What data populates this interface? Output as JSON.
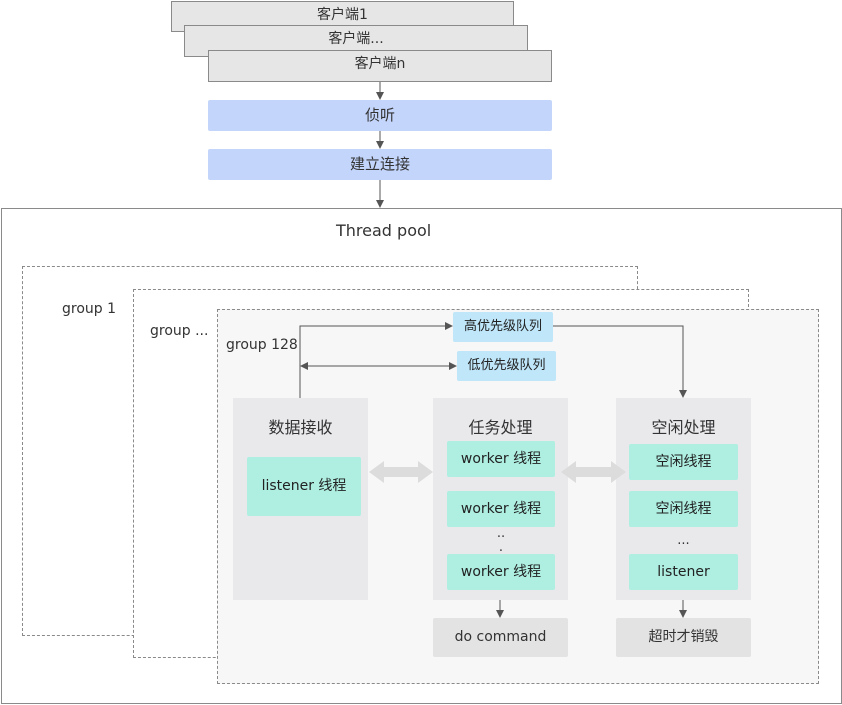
{
  "clients": [
    "客户端1",
    "客户端...",
    "客户端n"
  ],
  "steps": {
    "listen": "侦听",
    "connect": "建立连接"
  },
  "pool": {
    "title": "Thread pool",
    "groups": [
      "group 1",
      "group ...",
      "group 128"
    ]
  },
  "queues": {
    "high": "高优先级队列",
    "low": "低优先级队列"
  },
  "columns": {
    "receive": {
      "title": "数据接收",
      "items": [
        "listener 线程"
      ]
    },
    "task": {
      "title": "任务处理",
      "items": [
        "worker 线程",
        "worker 线程",
        "worker 线程"
      ],
      "ellipsis_top": "..",
      "ellipsis_bottom": ".",
      "action": "do command"
    },
    "idle": {
      "title": "空闲处理",
      "items": [
        "空闲线程",
        "空闲线程",
        "listener"
      ],
      "ellipsis": "...",
      "action": "超时才销毁"
    }
  },
  "colors": {
    "client_fill": "#e6e6e6",
    "step_fill": "#c3d5fb",
    "queue_fill": "#bfe6f9",
    "worker_fill": "#aeefe2",
    "column_fill": "#e9e9ec",
    "action_fill": "#e3e3e3",
    "line": "#555555"
  }
}
